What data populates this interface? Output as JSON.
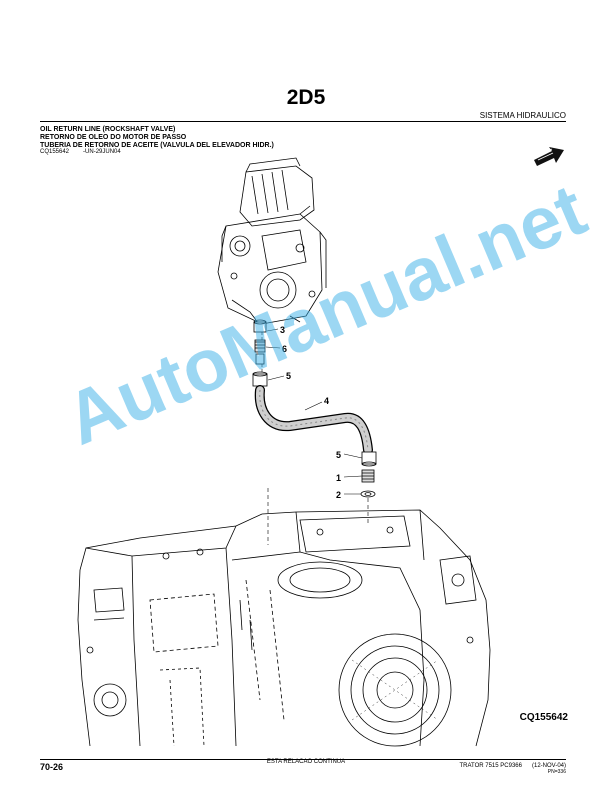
{
  "header": {
    "page_code": "2D5",
    "section_title": "SISTEMA HIDRAULICO"
  },
  "titles": {
    "en": "OIL RETURN LINE (ROCKSHAFT VALVE)",
    "pt": "RETORNO DE OLEO DO MOTOR DE PASSO",
    "es": "TUBERIA DE RETORNO DE ACEITE (VALVULA DEL ELEVADOR HIDR.)"
  },
  "reference": {
    "code": "CQ155642",
    "date": "-UN-29JUN04"
  },
  "callouts": [
    "3",
    "6",
    "5",
    "4",
    "5",
    "1",
    "2"
  ],
  "figure_id": "CQ155642",
  "watermark": "AutoManual.net",
  "footer": {
    "page_number": "70-26",
    "continued": "ESTA RELACAO CONTINUA",
    "model": "TRATOR 7515",
    "catalog": "PC9366",
    "date": "(12-NOV-04)",
    "pn": "PN=336"
  }
}
